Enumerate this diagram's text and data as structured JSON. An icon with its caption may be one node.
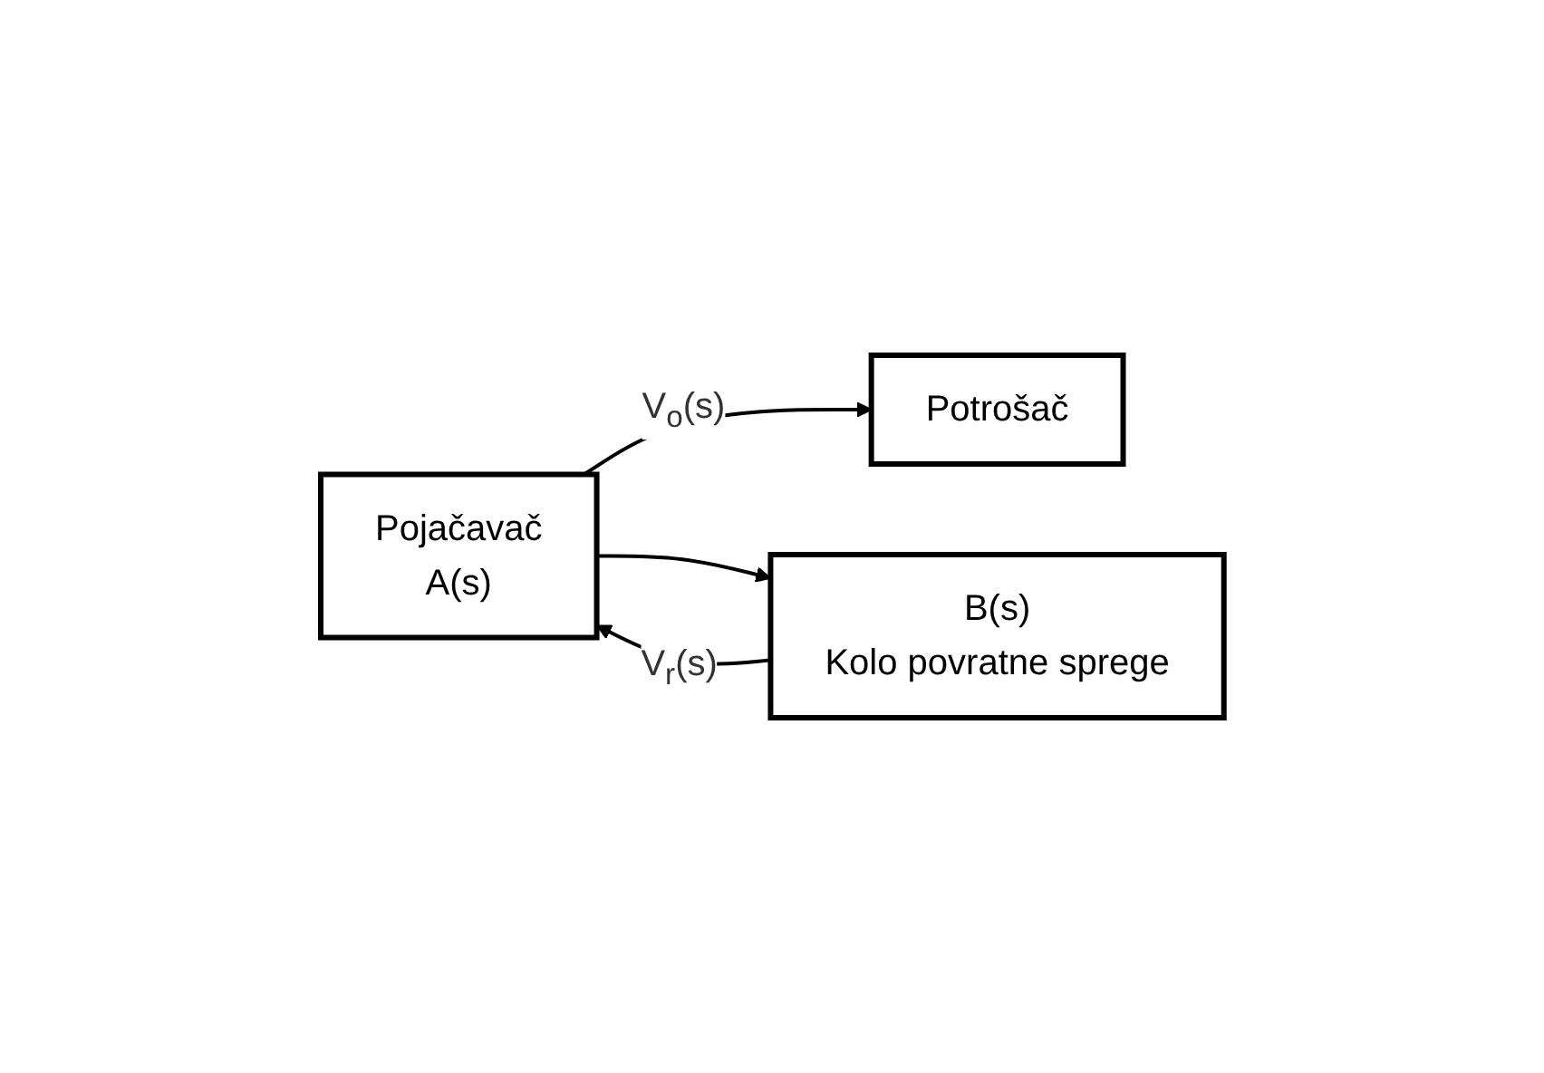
{
  "diagram": {
    "nodes": [
      {
        "text": [
          "Pojačavač",
          "A(s)"
        ]
      },
      {
        "text": [
          "Potrošač"
        ]
      },
      {
        "text": [
          "B(s)",
          "Kolo povratne sprege"
        ]
      }
    ],
    "edges": [
      {
        "from": 0,
        "to": 1,
        "arrow": "to",
        "label": "V$_{o}$(s)"
      },
      {
        "from": 0,
        "to": 2,
        "arrow": "to"
      },
      {
        "from": 2,
        "to": 0,
        "arrow": "to",
        "label": "V$_{r}$(s)"
      }
    ]
  }
}
